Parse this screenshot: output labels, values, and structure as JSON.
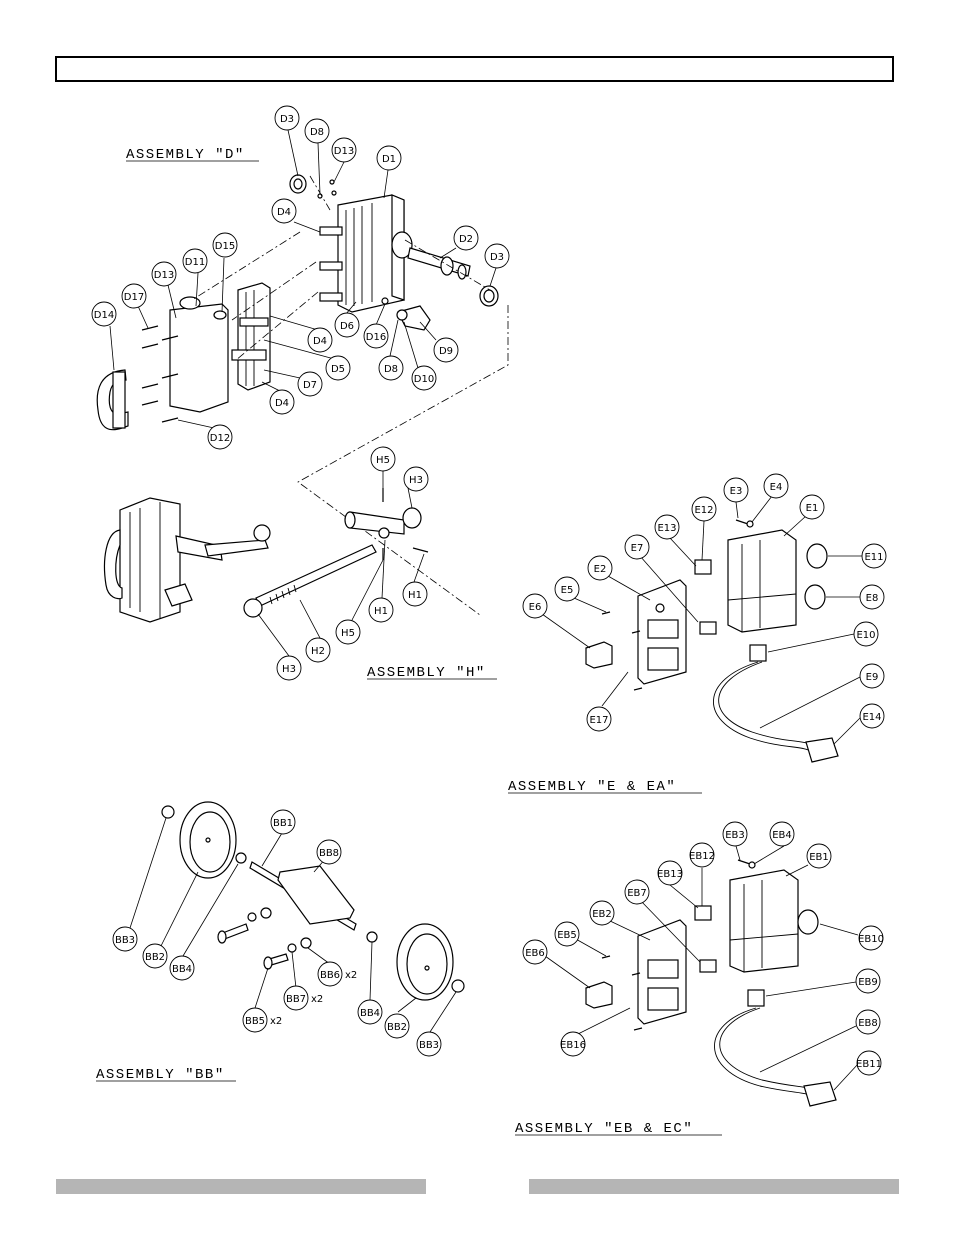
{
  "assemblies": [
    {
      "id": "D",
      "title": "ASSEMBLY \"D\""
    },
    {
      "id": "H",
      "title": "ASSEMBLY \"H\""
    },
    {
      "id": "E",
      "title": "ASSEMBLY \"E & EA\""
    },
    {
      "id": "BB",
      "title": "ASSEMBLY \"BB\""
    },
    {
      "id": "EB",
      "title": "ASSEMBLY \"EB & EC\""
    }
  ],
  "callouts": {
    "D": [
      "D3",
      "D8",
      "D13",
      "D1",
      "D4",
      "D2",
      "D3",
      "D15",
      "D11",
      "D13",
      "D17",
      "D14",
      "D6",
      "D4",
      "D16",
      "D9",
      "D5",
      "D8",
      "D10",
      "D7",
      "D4",
      "D12"
    ],
    "H": [
      "H5",
      "H3",
      "H1",
      "H5",
      "H1",
      "H2",
      "H3"
    ],
    "E": [
      "E3",
      "E4",
      "E12",
      "E1",
      "E13",
      "E7",
      "E11",
      "E2",
      "E5",
      "E8",
      "E6",
      "E10",
      "E9",
      "E17",
      "E14"
    ],
    "BB": [
      "BB1",
      "BB8",
      "BB3",
      "BB2",
      "BB4",
      "BB6",
      "BB7",
      "BB4",
      "BB5",
      "BB2",
      "BB3"
    ],
    "EB": [
      "EB3",
      "EB4",
      "EB12",
      "EB1",
      "EB13",
      "EB7",
      "EB2",
      "EB5",
      "EB10",
      "EB6",
      "EB9",
      "EB16",
      "EB8",
      "EB11"
    ]
  },
  "notes": {
    "bb6_qty": "x2",
    "bb7_qty": "x2",
    "bb5_qty": "x2"
  }
}
